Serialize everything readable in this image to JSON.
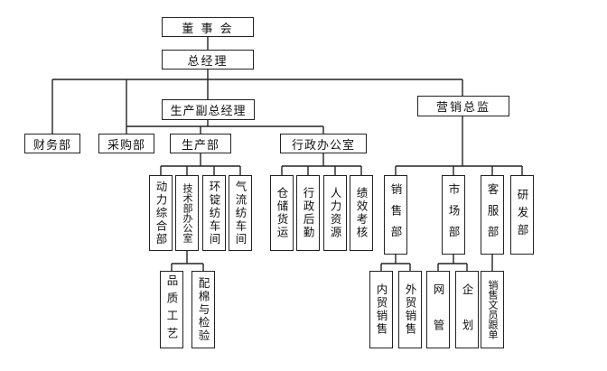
{
  "org": {
    "board": "董 事 会",
    "gm": "总经理",
    "deputy_production": "生产副总经理",
    "marketing_director": "营销总监",
    "finance": "财务部",
    "purchasing": "采购部",
    "production": "生产部",
    "admin_office": "行政办公室",
    "power": "动力综合部",
    "tech_office": "技术部办公室",
    "ring_spinning": "环锭纺车间",
    "air_spinning": "气流纺车间",
    "quality": "品质工艺",
    "cotton_inspection": "配棉与检验",
    "storage": "仓储货运",
    "logistics": "行政后勤",
    "hr": "人力资源",
    "performance": "绩效考核",
    "sales": "销售部",
    "market": "市场部",
    "service": "客服部",
    "rnd": "研发部",
    "domestic_sales": "内贸销售",
    "foreign_sales": "外贸销售",
    "network": "网 管",
    "planning": "企 划",
    "sales_clerk": "销售文员跟单"
  }
}
